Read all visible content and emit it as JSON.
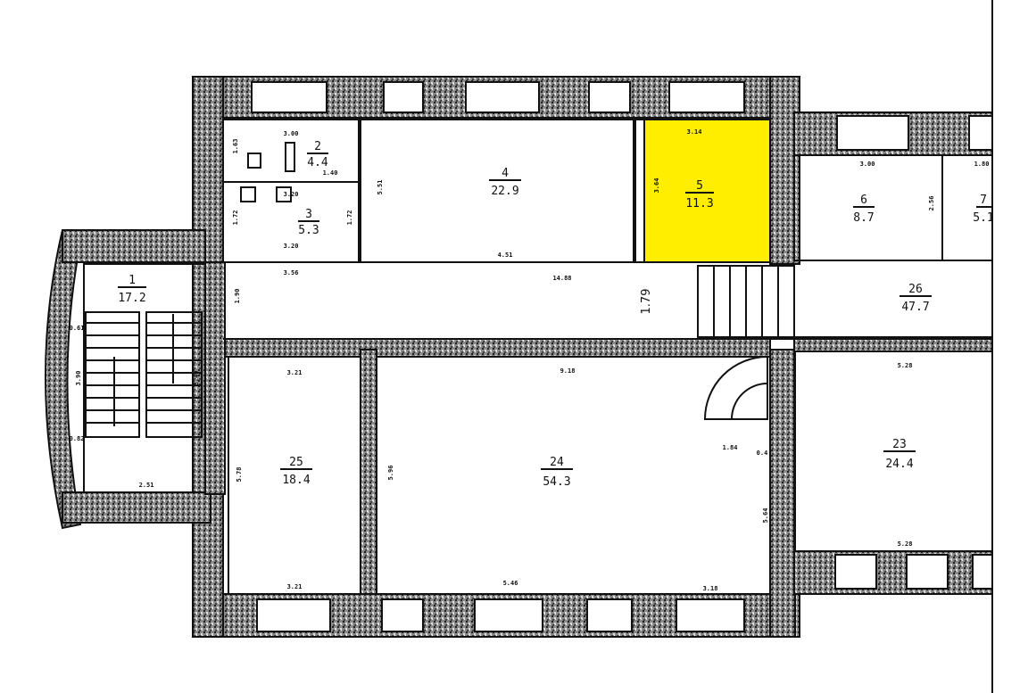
{
  "highlight_color": "#ffee00",
  "rooms": [
    {
      "number": "1",
      "area": "17.2"
    },
    {
      "number": "2",
      "area": "4.4"
    },
    {
      "number": "3",
      "area": "5.3"
    },
    {
      "number": "4",
      "area": "22.9"
    },
    {
      "number": "5",
      "area": "11.3"
    },
    {
      "number": "6",
      "area": "8.7"
    },
    {
      "number": "7",
      "area": "5.1"
    },
    {
      "number": "24",
      "area": "54.3"
    },
    {
      "number": "25",
      "area": "18.4"
    },
    {
      "number": "23",
      "area": "24.4"
    },
    {
      "number": "26",
      "area": "47.7"
    }
  ],
  "dims": {
    "d_3_00": "3.00",
    "d_1_63": "1.63",
    "d_1_40": "1.40",
    "d_3_20": "3.20",
    "d_1_72a": "1.72",
    "d_1_72b": "1.72",
    "d_3_20b": "3.20",
    "d_5_51": "5.51",
    "d_4_51": "4.51",
    "d_3_14": "3.14",
    "d_3_64": "3.64",
    "d_3_00b": "3.00",
    "d_2_56": "2.56",
    "d_1_80": "1.80",
    "d_3_56": "3.56",
    "d_14_88": "14.88",
    "d_1_79": "1.79",
    "d_1_90": "1.90",
    "d_0_61": "0.61",
    "d_0_82": "0.82",
    "d_3_90": "3.90",
    "d_3_40": "3.40",
    "d_2_51": "2.51",
    "d_3_21a": "3.21",
    "d_3_21b": "3.21",
    "d_5_78": "5.78",
    "d_9_18": "9.18",
    "d_5_96": "5.96",
    "d_5_46": "5.46",
    "d_3_18": "3.18",
    "d_5_64": "5.64",
    "d_0_4": "0.4",
    "d_1_84": "1.84",
    "d_5_28a": "5.28",
    "d_5_28b": "5.28"
  }
}
